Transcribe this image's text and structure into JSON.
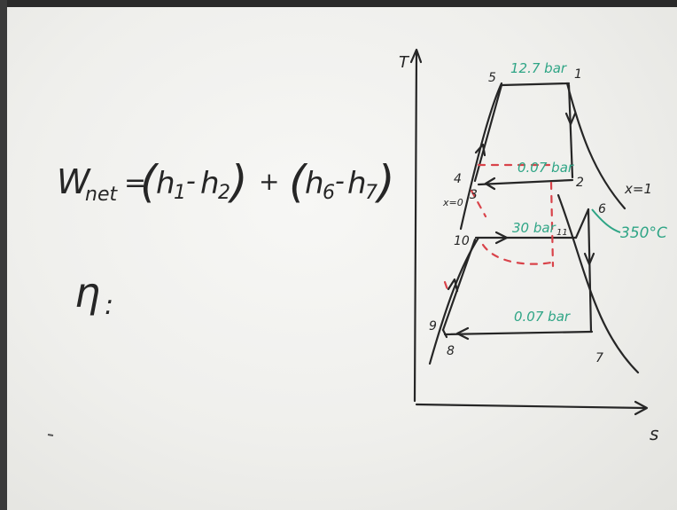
{
  "equation": {
    "lhs": "W",
    "lhs_sub": "net",
    "equals": "=",
    "open1": "(",
    "h1": "h",
    "h1_sub": "1",
    "minus1": "-",
    "h2": "h",
    "h2_sub": "2",
    "close1": ")",
    "plus": "+",
    "open2": "(",
    "h6": "h",
    "h6_sub": "6",
    "minus2": "-",
    "h7": "h",
    "h7_sub": "7",
    "close2": ")"
  },
  "efficiency": {
    "symbol": "η",
    "colon": ":"
  },
  "diagram": {
    "y_axis": "T",
    "x_axis": "s",
    "pressures": {
      "upper_high": "12.7 bar",
      "upper_low": "0.07 bar",
      "lower_high": "30 bar",
      "lower_low": "0.07 bar"
    },
    "temperature": "350°C",
    "quality_left": "x=0",
    "quality_right": "x=1",
    "points": {
      "p1": "1",
      "p2": "2",
      "p3": "3",
      "p4": "4",
      "p5": "5",
      "p6": "6",
      "p7": "7",
      "p8": "8",
      "p9": "9",
      "p10": "10",
      "p11": "11"
    }
  },
  "colors": {
    "ink": "#262626",
    "green": "#2fa586",
    "red": "#d9434a"
  }
}
